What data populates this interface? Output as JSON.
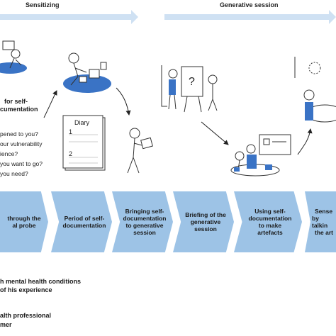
{
  "phases": {
    "sensitizing": "Sensitizing",
    "generative": "Generative session"
  },
  "questions": {
    "title_line1": "for self-",
    "title_line2": "cumentation",
    "lines": [
      "pened to you?",
      "our vulnerability",
      "ience?",
      "you want to go?",
      "you need?"
    ]
  },
  "diary": {
    "label": "Diary",
    "item1": "1",
    "item2": "2"
  },
  "briefing_mark": "?",
  "steps": [
    {
      "line1": "through the",
      "line2": "al probe",
      "line3": ""
    },
    {
      "line1": "Period of self-",
      "line2": "documentation",
      "line3": ""
    },
    {
      "line1": "Bringing self-",
      "line2": "documentation",
      "line3": "to generative",
      "line4": "session"
    },
    {
      "line1": "Briefing of the",
      "line2": "generative",
      "line3": "session"
    },
    {
      "line1": "Using self-",
      "line2": "documentation",
      "line3": "to make",
      "line4": "artefacts"
    },
    {
      "line1": "Sense",
      "line2": "by talkin",
      "line3": "the art"
    }
  ],
  "legend": {
    "line1": "h mental health conditions",
    "line2": "of his experience",
    "line3": "alth professional",
    "line4": "mer"
  },
  "colors": {
    "accent": "#3a73c5",
    "step_fill": "#9dc3e6",
    "phase_arrow": "#cfe1f3"
  }
}
